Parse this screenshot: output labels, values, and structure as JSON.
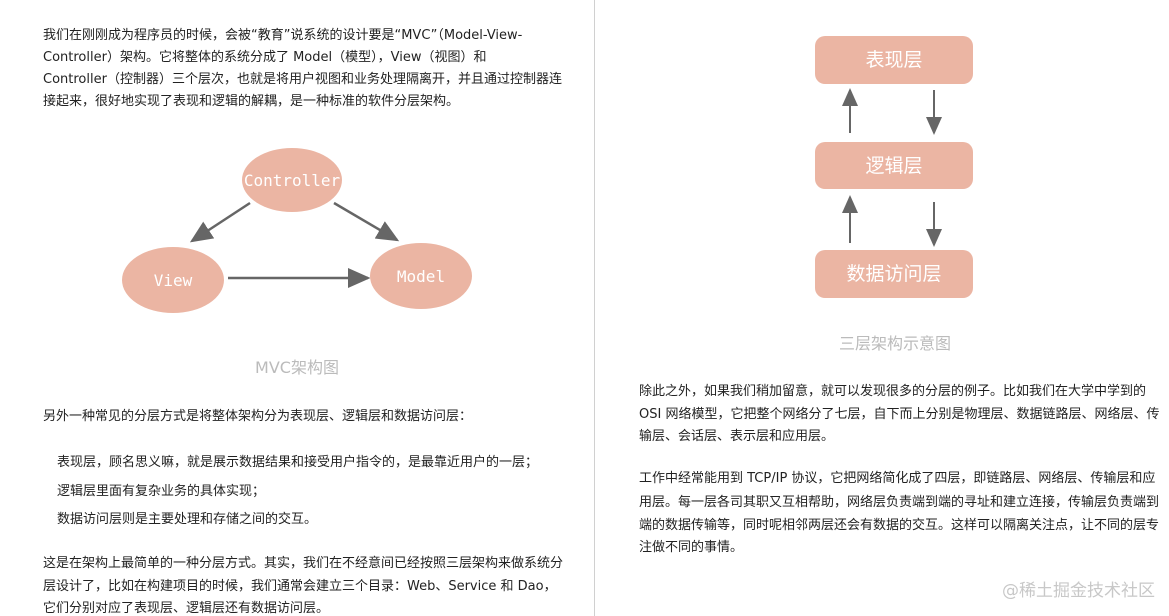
{
  "left": {
    "intro": [
      "我们在刚刚成为程序员的时候，会被“教育”说系统的设计要是“MVC”（Model-View-",
      "Controller）架构。它将整体的系统分成了 Model（模型），View（视图）和",
      "Controller（控制器）三个层次，也就是将用户视图和业务处理隔离开，并且通过控制器连",
      "接起来，很好地实现了表现和逻辑的解耦，是一种标准的软件分层架构。"
    ],
    "diagram": {
      "nodes": [
        "Controller",
        "View",
        "Model"
      ],
      "caption": "MVC架构图"
    },
    "para2": "另外一种常见的分层方式是将整体架构分为表现层、逻辑层和数据访问层：",
    "bullets": [
      "表现层，顾名思义嘛，就是展示数据结果和接受用户指令的，是最靠近用户的一层；",
      "逻辑层里面有复杂业务的具体实现；",
      "数据访问层则是主要处理和存储之间的交互。"
    ],
    "para3": [
      "这是在架构上最简单的一种分层方式。其实，我们在不经意间已经按照三层架构来做系统分",
      "层设计了，比如在构建项目的时候，我们通常会建立三个目录：Web、Service 和 Dao，",
      "它们分别对应了表现层、逻辑层还有数据访问层。"
    ]
  },
  "right": {
    "diagram": {
      "layers": [
        "表现层",
        "逻辑层",
        "数据访问层"
      ],
      "caption": "三层架构示意图",
      "fill": "#ebb5a3"
    },
    "para1": [
      "除此之外，如果我们稍加留意，就可以发现很多的分层的例子。比如我们在大学中学到的",
      "OSI 网络模型，它把整个网络分了七层，自下而上分别是物理层、数据链路层、网络层、传",
      "输层、会话层、表示层和应用层。"
    ],
    "para2": [
      "工作中经常能用到 TCP/IP 协议，它把网络简化成了四层，即链路层、网络层、传输层和应",
      "用层。每一层各司其职又互相帮助，网络层负责端到端的寻址和建立连接，传输层负责端到",
      "端的数据传输等，同时呢相邻两层还会有数据的交互。这样可以隔离关注点，让不同的层专",
      "注做不同的事情。"
    ]
  },
  "watermark": "@稀土掘金技术社区"
}
